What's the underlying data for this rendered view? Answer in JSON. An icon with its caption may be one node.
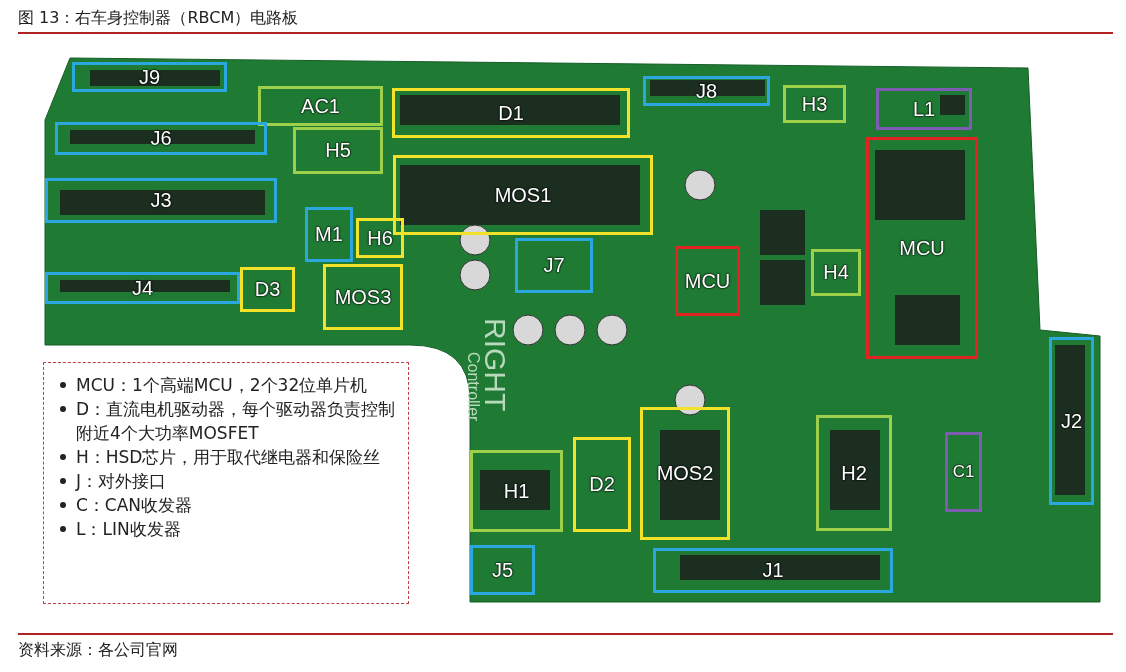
{
  "diagram": {
    "title": "图 13：右车身控制器（RBCM）电路板",
    "caption": "资料来源：各公司官网",
    "nodes": [
      {
        "text": [
          "J9"
        ]
      },
      {
        "text": [
          "AC1"
        ]
      },
      {
        "text": [
          "D1"
        ]
      },
      {
        "text": [
          "J8"
        ]
      },
      {
        "text": [
          "H3"
        ]
      },
      {
        "text": [
          "L1"
        ]
      },
      {
        "text": [
          "J6"
        ]
      },
      {
        "text": [
          "H5"
        ]
      },
      {
        "text": [
          "MOS1"
        ]
      },
      {
        "text": [
          "J3"
        ]
      },
      {
        "text": [
          "M1"
        ]
      },
      {
        "text": [
          "H6"
        ]
      },
      {
        "text": [
          "J7"
        ]
      },
      {
        "text": [
          "MCU"
        ]
      },
      {
        "text": [
          "MCU"
        ]
      },
      {
        "text": [
          "H4"
        ]
      },
      {
        "text": [
          "J4"
        ]
      },
      {
        "text": [
          "D3"
        ]
      },
      {
        "text": [
          "MOS3"
        ]
      },
      {
        "text": [
          "J2"
        ]
      },
      {
        "text": [
          "H1"
        ]
      },
      {
        "text": [
          "D2"
        ]
      },
      {
        "text": [
          "MOS2"
        ]
      },
      {
        "text": [
          "H2"
        ]
      },
      {
        "text": [
          "C1"
        ]
      },
      {
        "text": [
          "J5"
        ]
      },
      {
        "text": [
          "J1"
        ]
      },
      {
        "text": [
          "MCU：1个高端MCU，2个32位单片机",
          "D：直流电机驱动器，每个驱动器负责控制附近4个大功率MOSFET",
          "H：HSD芯片，用于取代继电器和保险丝",
          "J：对外接口",
          "C：CAN收发器",
          "L：LIN收发器"
        ]
      }
    ],
    "edges": [],
    "labels": [
      "RIGHT",
      "Controller"
    ]
  }
}
